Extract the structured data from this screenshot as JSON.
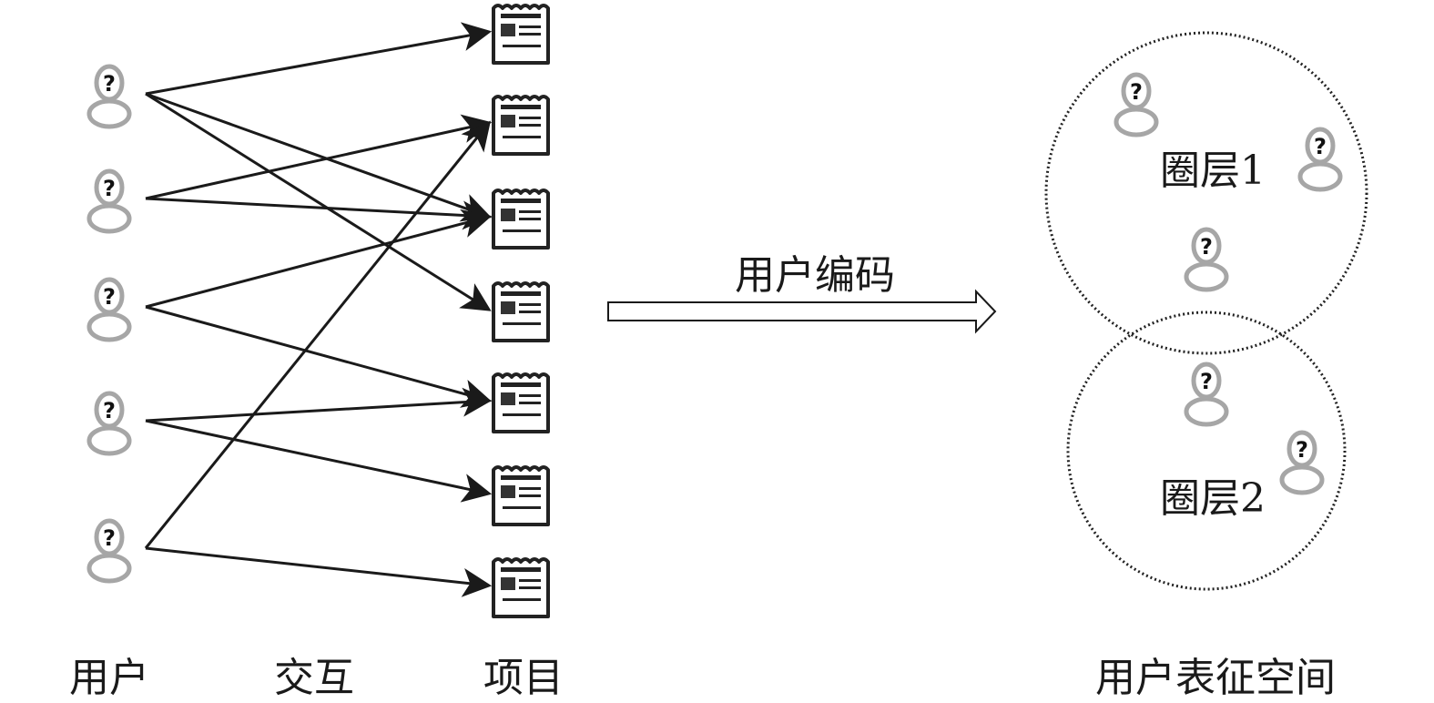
{
  "labels": {
    "users": "用户",
    "interaction": "交互",
    "items": "项目",
    "encoding": "用户编码",
    "space": "用户表征空间",
    "circle1": "圈层1",
    "circle2": "圈层2"
  },
  "user_icon_glyph": "?",
  "user_count": 5,
  "item_count": 7,
  "edges": [
    [
      0,
      0
    ],
    [
      0,
      2
    ],
    [
      0,
      3
    ],
    [
      1,
      1
    ],
    [
      1,
      2
    ],
    [
      2,
      2
    ],
    [
      2,
      4
    ],
    [
      3,
      4
    ],
    [
      3,
      5
    ],
    [
      4,
      1
    ],
    [
      4,
      6
    ]
  ],
  "colors": {
    "line": "#1a1a1a",
    "user": "#a6a6a6",
    "circle": "#222222"
  }
}
